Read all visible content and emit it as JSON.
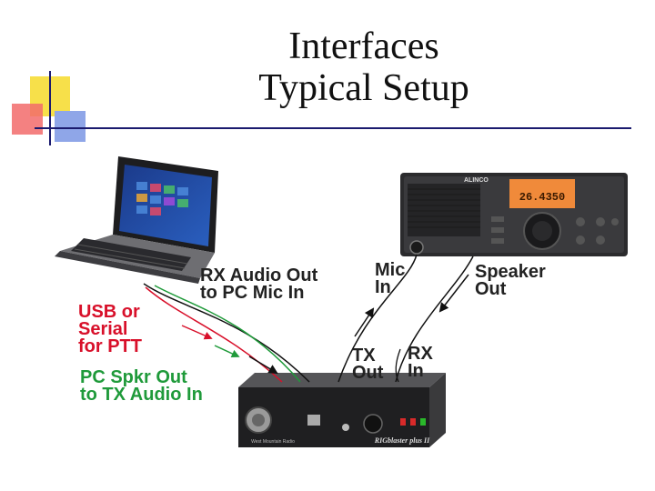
{
  "slide": {
    "title_line1": "Interfaces",
    "title_line2": "Typical Setup"
  },
  "labels": {
    "rx_audio": [
      "RX Audio Out",
      "to PC Mic In"
    ],
    "mic_in": [
      "Mic",
      "In"
    ],
    "speaker_out": [
      "Speaker",
      "Out"
    ],
    "usb_serial": [
      "USB or",
      "Serial",
      "for PTT"
    ],
    "pc_spkr": [
      "PC Spkr Out",
      "to TX Audio In"
    ],
    "tx_out": [
      "TX",
      "Out"
    ],
    "rx_in": [
      "RX",
      "In"
    ]
  },
  "device_text": {
    "radio_brand": "ALINCO",
    "radio_frequency": "26.4350",
    "interface_brand": "RIGblaster plus II",
    "interface_maker": "West Mountain Radio"
  },
  "colors": {
    "label_dark": "#222222",
    "label_red": "#d8102a",
    "label_green": "#1f9a3a",
    "title_rule": "#1a1a6e",
    "deco_yellow": "#f7e04a",
    "deco_red": "#f26b6b",
    "deco_blue": "#8fa6e8"
  }
}
